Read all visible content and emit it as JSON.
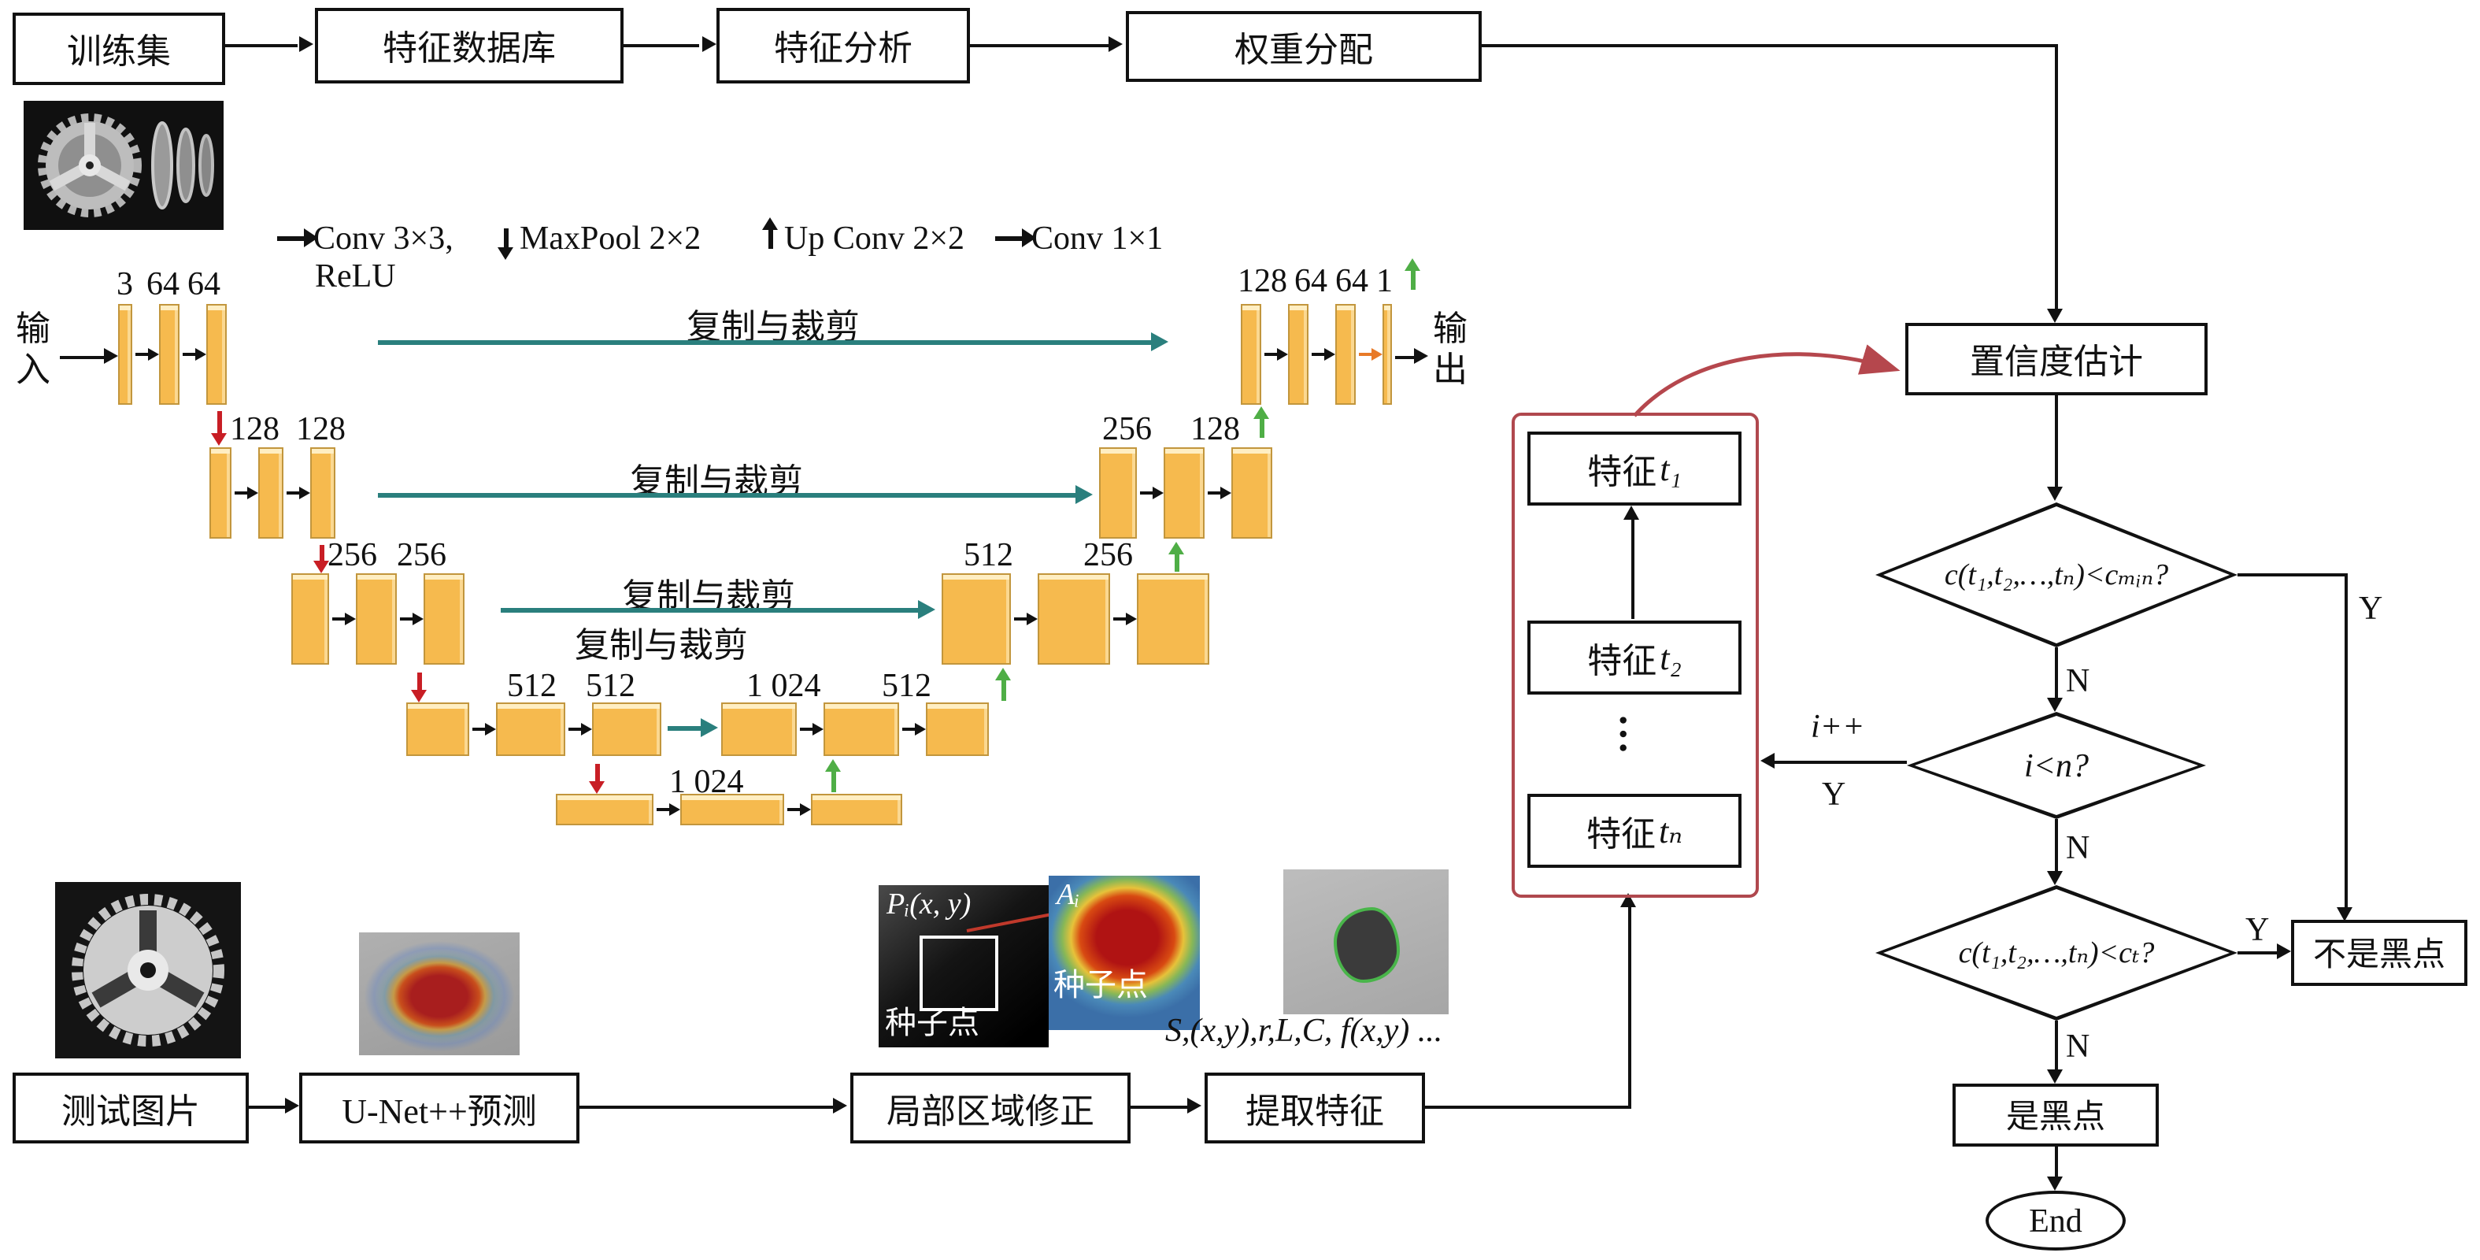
{
  "top_flow": {
    "train": "训练集",
    "db": "特征数据库",
    "analysis": "特征分析",
    "weights": "权重分配"
  },
  "unet": {
    "input": "输入",
    "output": "输出",
    "copy_crop": "复制与裁剪",
    "legend": {
      "conv33": "Conv 3×3,",
      "relu": "ReLU",
      "maxpool": "MaxPool 2×2",
      "upconv": "Up Conv 2×2",
      "conv11": "Conv 1×1"
    },
    "ch": {
      "e1": [
        "3",
        "64",
        "64"
      ],
      "e2": [
        "128",
        "128"
      ],
      "e3": [
        "256",
        "256"
      ],
      "e4": [
        "512",
        "512"
      ],
      "bneck": "1 024",
      "d4": [
        "1 024",
        "512"
      ],
      "d3": [
        "512",
        "256"
      ],
      "d2": [
        "256",
        "128"
      ],
      "d1": [
        "128",
        "64",
        "64",
        "1"
      ]
    }
  },
  "bottom_flow": {
    "test": "测试图片",
    "predict": "U-Net++预测",
    "local": "局部区域修正",
    "extract": "提取特征",
    "pi": "Pᵢ(x, y)",
    "ai": "Aᵢ",
    "seed1": "种子点",
    "seed2": "种子点",
    "features": "S,(x,y),r,L,C, f(x,y) ..."
  },
  "stack": {
    "prefix": "特征",
    "t1": "t₁",
    "t2": "t₂",
    "dots": "…",
    "tn": "tₙ"
  },
  "flowchart": {
    "confidence": "置信度估计",
    "cond_min": "c(t₁,t₂,…,tₙ)<cₘᵢₙ?",
    "cond_loop": "i<n?",
    "cond_t": "c(t₁,t₂,…,tₙ)<cₜ?",
    "inc": "i++",
    "yes": "Y",
    "no": "N",
    "not_black": "不是黑点",
    "black": "是黑点",
    "end": "End"
  },
  "colors": {
    "slab": "#f6ba4e",
    "copy_arrow": "#2a7f7d",
    "maxpool_arrow": "#c81e25",
    "upconv_arrow": "#4fae46",
    "conv11_arrow": "#e87a28",
    "stack_border": "#b0484e",
    "line": "#111111"
  }
}
